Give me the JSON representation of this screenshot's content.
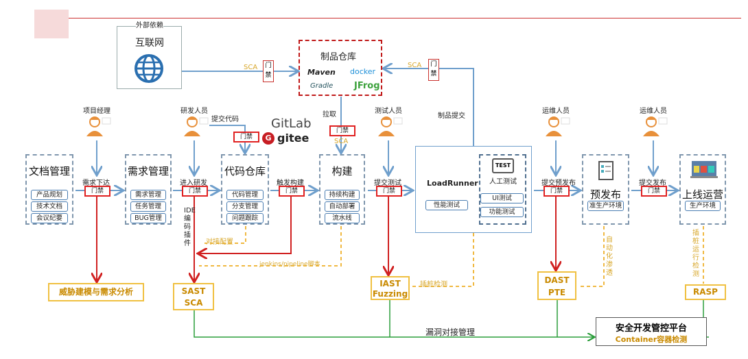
{
  "external": {
    "group_label": "外部依赖",
    "internet": "互联网"
  },
  "artifact_repo": {
    "title": "制品仓库",
    "logos": [
      "Maven",
      "docker",
      "Gradle",
      "JFrog"
    ]
  },
  "gate_label": "门禁",
  "sca": "SCA",
  "labels": {
    "pull": "拉取",
    "artifact_submit": "制品提交",
    "submit_code": "提交代码",
    "gitlab": "GitLab",
    "gitee": "gitee"
  },
  "roles": [
    "项目经理",
    "研发人员",
    "测试人员",
    "运维人员",
    "运维人员"
  ],
  "stages": [
    {
      "title": "文档管理",
      "items": [
        "产品规划",
        "技术文档",
        "会议纪要"
      ]
    },
    {
      "title": "需求管理",
      "items": [
        "需求管理",
        "任务管理",
        "BUG管理"
      ]
    },
    {
      "title": "代码仓库",
      "items": [
        "代码管理",
        "分支管理",
        "问题跟踪"
      ]
    },
    {
      "title": "构建",
      "items": [
        "持续构建",
        "自动部署",
        "流水线"
      ]
    },
    {
      "title": "预发布",
      "items": [
        "准生产环境"
      ]
    },
    {
      "title": "上线运营",
      "items": [
        "生产环境"
      ]
    }
  ],
  "test_box": {
    "tool": "LoadRunner",
    "perf": "性能测试",
    "icon_text": "TEST",
    "manual": "人工测试",
    "items": [
      "UI测试",
      "功能测试"
    ]
  },
  "gates": [
    "需求下达",
    "进入研发",
    "触发构建",
    "提交测试",
    "提交预发布",
    "提交发布"
  ],
  "side_notes": {
    "ide": "IDE编码插件",
    "config": "对接配置",
    "jenkins": "jenkins/pipeline脚本",
    "instrument": "插桩检测",
    "auto_pen": "自动化渗透",
    "rasp_note": "插桩运行检测"
  },
  "security": {
    "threat": "威胁建模与需求分析",
    "sast": [
      "SAST",
      "SCA"
    ],
    "iast": [
      "IAST",
      "Fuzzing"
    ],
    "dast": [
      "DAST",
      "PTE"
    ],
    "rasp": "RASP",
    "vuln": "漏洞对接管理",
    "platform_title": "安全开发管控平台",
    "platform_sub": "Container容器检测"
  },
  "colors": {
    "gate": "#e02020",
    "flow": "#6f9fcc",
    "security": "#f0c040",
    "green": "#2a9d3a"
  }
}
